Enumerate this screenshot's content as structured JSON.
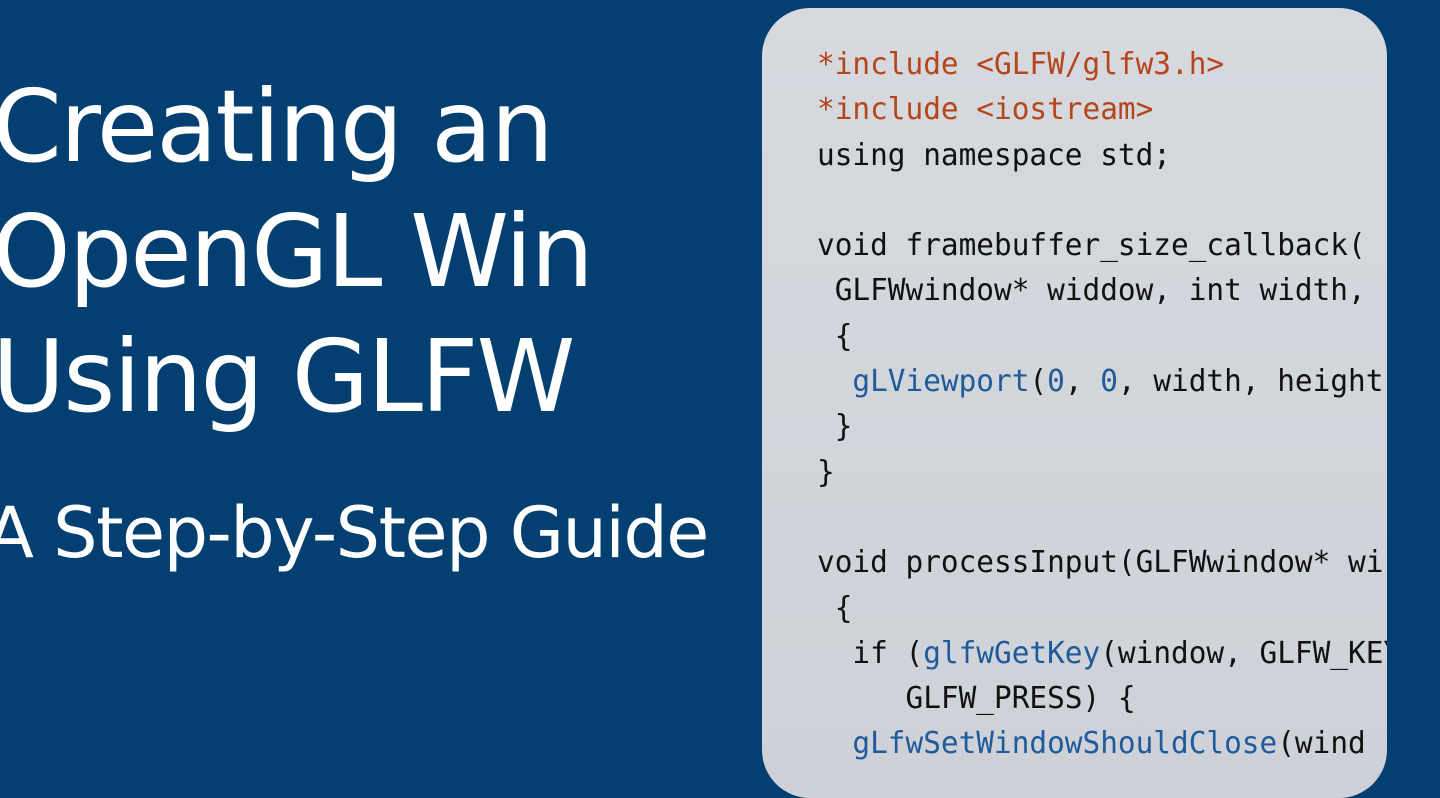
{
  "title_lines": [
    "Creating an",
    "OpenGL Win",
    "Using GLFW"
  ],
  "subtitle": "A Step-by-Step Guide",
  "colors": {
    "background": "#033f70",
    "panel": "#d3d7dc",
    "preprocessor": "#b5451b",
    "function": "#1f5a9a",
    "text": "#111111",
    "title": "#ffffff"
  },
  "code_lines": [
    [
      {
        "t": "*include <GLFW/glfw3.h>",
        "c": "pre"
      }
    ],
    [
      {
        "t": "*include <iostream>",
        "c": "pre"
      }
    ],
    [
      {
        "t": "using namespace std;",
        "c": "txt"
      }
    ],
    [
      {
        "t": "",
        "c": "txt"
      }
    ],
    [
      {
        "t": "void framebuffer_size_callback(",
        "c": "txt"
      }
    ],
    [
      {
        "t": " GLFWwindow* widdow, int width,",
        "c": "txt"
      }
    ],
    [
      {
        "t": " {",
        "c": "txt"
      }
    ],
    [
      {
        "t": "  ",
        "c": "txt"
      },
      {
        "t": "gLViewport",
        "c": "fn"
      },
      {
        "t": "(",
        "c": "txt"
      },
      {
        "t": "0",
        "c": "num"
      },
      {
        "t": ", ",
        "c": "txt"
      },
      {
        "t": "0",
        "c": "num"
      },
      {
        "t": ", width, height",
        "c": "txt"
      }
    ],
    [
      {
        "t": " }",
        "c": "txt"
      }
    ],
    [
      {
        "t": "}",
        "c": "txt"
      }
    ],
    [
      {
        "t": "",
        "c": "txt"
      }
    ],
    [
      {
        "t": "void processInput(GLFWwindow* wi",
        "c": "txt"
      }
    ],
    [
      {
        "t": " {",
        "c": "txt"
      }
    ],
    [
      {
        "t": "  if (",
        "c": "txt"
      },
      {
        "t": "glfwGetKey",
        "c": "fn"
      },
      {
        "t": "(window, GLFW_KEY_",
        "c": "txt"
      }
    ],
    [
      {
        "t": "     GLFW_PRESS) {",
        "c": "txt"
      }
    ],
    [
      {
        "t": "  ",
        "c": "txt"
      },
      {
        "t": "gLfwSetWindowShouldClose",
        "c": "fn"
      },
      {
        "t": "(wind",
        "c": "txt"
      }
    ]
  ]
}
